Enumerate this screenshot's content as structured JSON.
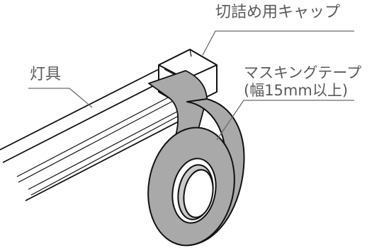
{
  "labels": {
    "cap": "切詰め用キャップ",
    "lamp": "灯具",
    "tape_line1": "マスキングテープ",
    "tape_line2": "(幅15mm以上)"
  },
  "colors": {
    "line": "#111111",
    "leader": "#6a6a6a",
    "tape": "#a9a9a9",
    "tape_inner": "#c9c9c9",
    "label_text": "#5a5a5a"
  }
}
